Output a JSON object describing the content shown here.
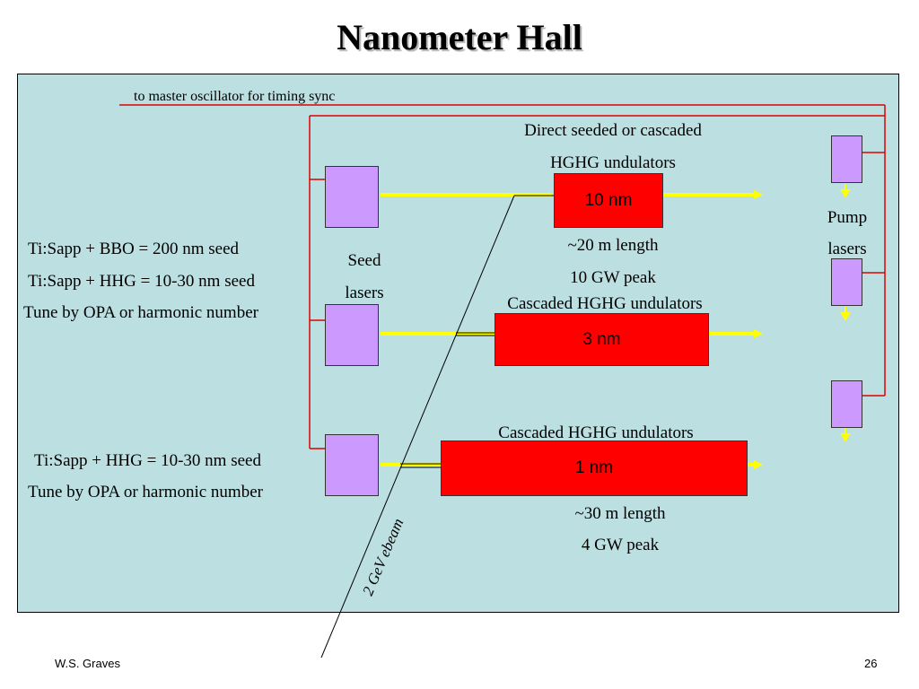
{
  "title": "Nanometer Hall",
  "timing_label": "to master oscillator for timing sync",
  "left_labels": {
    "line1": "Ti:Sapp + BBO = 200    nm seed",
    "line2": "Ti:Sapp + HHG = 10-30 nm seed",
    "line3": "Tune by OPA or harmonic number",
    "line4": "Ti:Sapp + HHG = 10-30 nm seed",
    "line5": "Tune by OPA or harmonic number"
  },
  "seed_lasers": {
    "line1": "Seed",
    "line2": "lasers"
  },
  "pump_lasers": {
    "line1": "Pump",
    "line2": "lasers"
  },
  "undulators": [
    {
      "header1": "Direct seeded or cascaded",
      "header2": "HGHG undulators",
      "label": "10 nm",
      "spec1": "~20 m length",
      "spec2": "10 GW peak"
    },
    {
      "header1": "Cascaded HGHG undulators",
      "label": "3 nm"
    },
    {
      "header1": "Cascaded HGHG undulators",
      "label": "1 nm",
      "spec1": "~30 m length",
      "spec2": "4 GW peak"
    }
  ],
  "ebeam_label": "2 GeV ebeam",
  "footer": {
    "author": "W.S. Graves",
    "page": "26"
  },
  "colors": {
    "panel": "#bcdfe1",
    "seed_laser": "#cc99ff",
    "undulator": "#ff0000",
    "light_beam": "#ffff00",
    "timing_line": "#e00000"
  }
}
